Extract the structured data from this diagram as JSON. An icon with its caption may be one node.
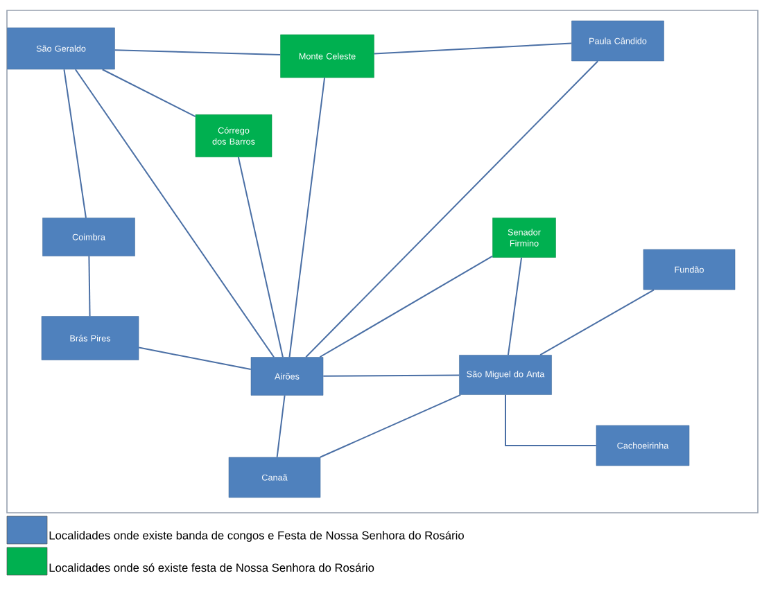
{
  "diagram": {
    "nodes": [
      {
        "text": [
          "São Geraldo"
        ]
      },
      {
        "text": [
          "Monte Celeste"
        ]
      },
      {
        "text": [
          "Paula Cândido"
        ]
      },
      {
        "text": [
          "Córrego dos Barros"
        ]
      },
      {
        "text": [
          "Coimbra"
        ]
      },
      {
        "text": [
          "Senador Firmino"
        ]
      },
      {
        "text": [
          "Fundão"
        ]
      },
      {
        "text": [
          "Brás Pires"
        ]
      },
      {
        "text": [
          "Airões"
        ]
      },
      {
        "text": [
          "São Miguel do Anta"
        ]
      },
      {
        "text": [
          "Cachoeirinha"
        ]
      },
      {
        "text": [
          "Canaã"
        ]
      }
    ],
    "edges": [
      {
        "from": 0,
        "to": 1,
        "arrow": "none"
      },
      {
        "from": 1,
        "to": 2,
        "arrow": "none"
      },
      {
        "from": 0,
        "to": 3,
        "arrow": "none"
      },
      {
        "from": 0,
        "to": 4,
        "arrow": "none"
      },
      {
        "from": 0,
        "to": 8,
        "arrow": "none"
      },
      {
        "from": 4,
        "to": 7,
        "arrow": "none"
      },
      {
        "from": 7,
        "to": 8,
        "arrow": "none"
      },
      {
        "from": 3,
        "to": 8,
        "arrow": "none"
      },
      {
        "from": 1,
        "to": 8,
        "arrow": "none"
      },
      {
        "from": 2,
        "to": 8,
        "arrow": "none"
      },
      {
        "from": 5,
        "to": 8,
        "arrow": "none"
      },
      {
        "from": 5,
        "to": 9,
        "arrow": "none"
      },
      {
        "from": 8,
        "to": 9,
        "arrow": "none"
      },
      {
        "from": 6,
        "to": 9,
        "arrow": "none"
      },
      {
        "from": 9,
        "to": 10,
        "arrow": "none"
      },
      {
        "from": 8,
        "to": 11,
        "arrow": "none"
      },
      {
        "from": 11,
        "to": 9,
        "arrow": "none"
      }
    ],
    "legend": [
      {
        "text": "Localidades onde existe banda de congos e Festa de Nossa Senhora do Rosário",
        "color": "#4f81bd"
      },
      {
        "text": "Localidades onde só existe festa de Nossa Senhora do Rosário",
        "color": "#00b050"
      }
    ]
  }
}
